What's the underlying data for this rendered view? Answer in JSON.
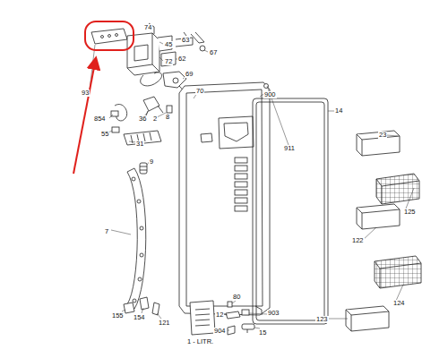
{
  "diagram": {
    "labels": [
      "74",
      "45",
      "72",
      "63",
      "62",
      "67",
      "93",
      "69",
      "70",
      "911",
      "900",
      "14",
      "23",
      "854",
      "36",
      "2",
      "8",
      "55",
      "31",
      "9",
      "7",
      "125",
      "122",
      "124",
      "123",
      "1 - LITR.",
      "80",
      "12",
      "903",
      "904",
      "15",
      "155",
      "154",
      "121"
    ]
  }
}
